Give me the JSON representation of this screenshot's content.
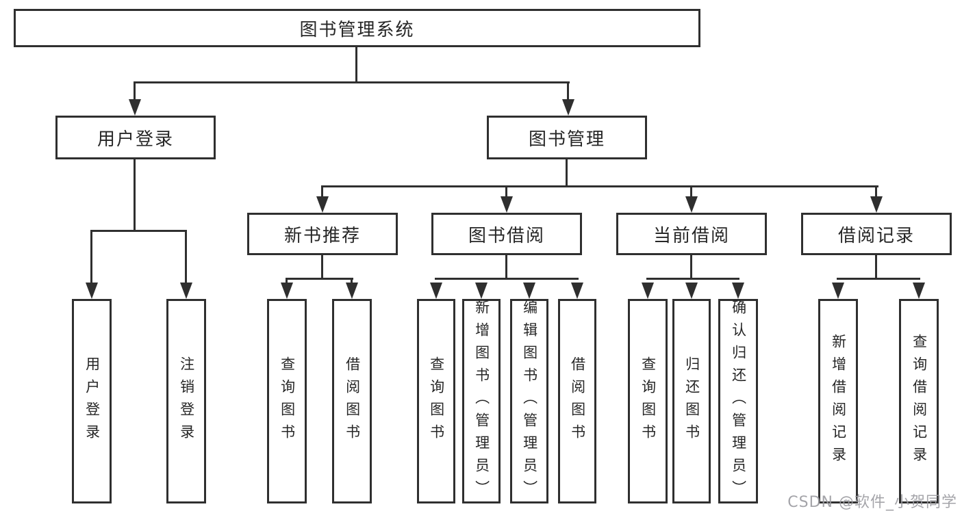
{
  "diagram": {
    "title": "图书管理系统",
    "root": {
      "label": "图书管理系统"
    },
    "branches": [
      {
        "label": "用户登录",
        "children": [
          {
            "label": "用户登录"
          },
          {
            "label": "注销登录"
          }
        ]
      },
      {
        "label": "图书管理",
        "children": [
          {
            "label": "新书推荐",
            "children": [
              {
                "label": "查询图书"
              },
              {
                "label": "借阅图书"
              }
            ]
          },
          {
            "label": "图书借阅",
            "children": [
              {
                "label": "查询图书"
              },
              {
                "label": "新增图书（管理员）"
              },
              {
                "label": "编辑图书（管理员）"
              },
              {
                "label": "借阅图书"
              }
            ]
          },
          {
            "label": "当前借阅",
            "children": [
              {
                "label": "查询图书"
              },
              {
                "label": "归还图书"
              },
              {
                "label": "确认归还（管理员）"
              }
            ]
          },
          {
            "label": "借阅记录",
            "children": [
              {
                "label": "新增借阅记录"
              },
              {
                "label": "查询借阅记录"
              }
            ]
          }
        ]
      }
    ]
  },
  "watermark": {
    "text": "CSDN @软件_小贺同学",
    "color": "#9b9ba0"
  },
  "colors": {
    "line": "#2f2f2f",
    "text": "#262626",
    "box_background": "#ffffff",
    "page_background": "#ffffff"
  }
}
